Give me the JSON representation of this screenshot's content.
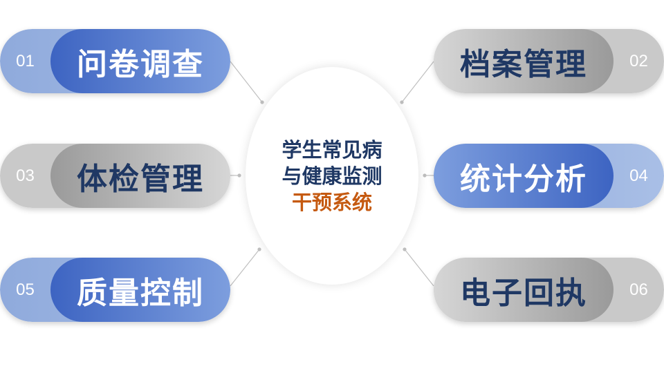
{
  "center": {
    "line1": "学生常见病",
    "line2": "与健康监测",
    "line3": "干预系统"
  },
  "modules": [
    {
      "num": "01",
      "label": "问卷调查",
      "style": "blue"
    },
    {
      "num": "02",
      "label": "档案管理",
      "style": "gray"
    },
    {
      "num": "03",
      "label": "体检管理",
      "style": "gray"
    },
    {
      "num": "04",
      "label": "统计分析",
      "style": "blue"
    },
    {
      "num": "05",
      "label": "质量控制",
      "style": "blue"
    },
    {
      "num": "06",
      "label": "电子回执",
      "style": "gray"
    }
  ],
  "colors": {
    "title": "#1f3864",
    "accent": "#c55a11",
    "blue": "#4472c4",
    "gray": "#a6a6a6"
  }
}
